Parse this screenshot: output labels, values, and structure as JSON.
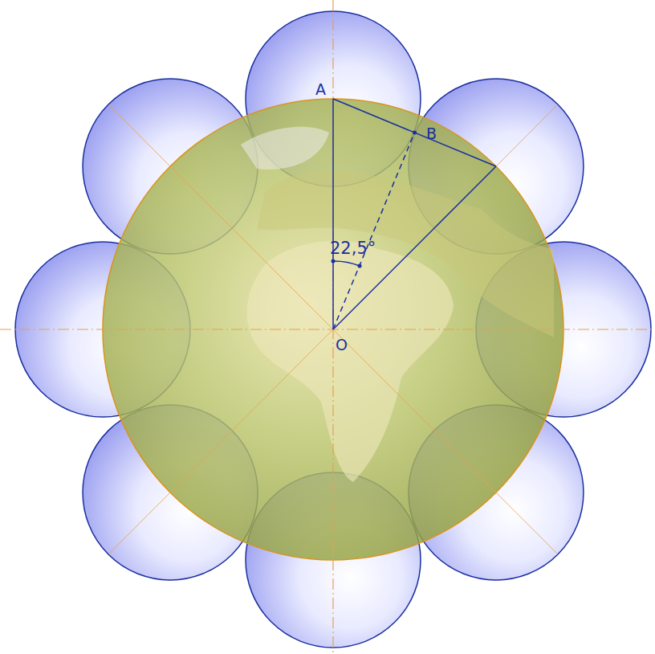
{
  "diagram": {
    "labels": [
      "A",
      "B",
      "22,5°",
      "O"
    ]
  }
}
